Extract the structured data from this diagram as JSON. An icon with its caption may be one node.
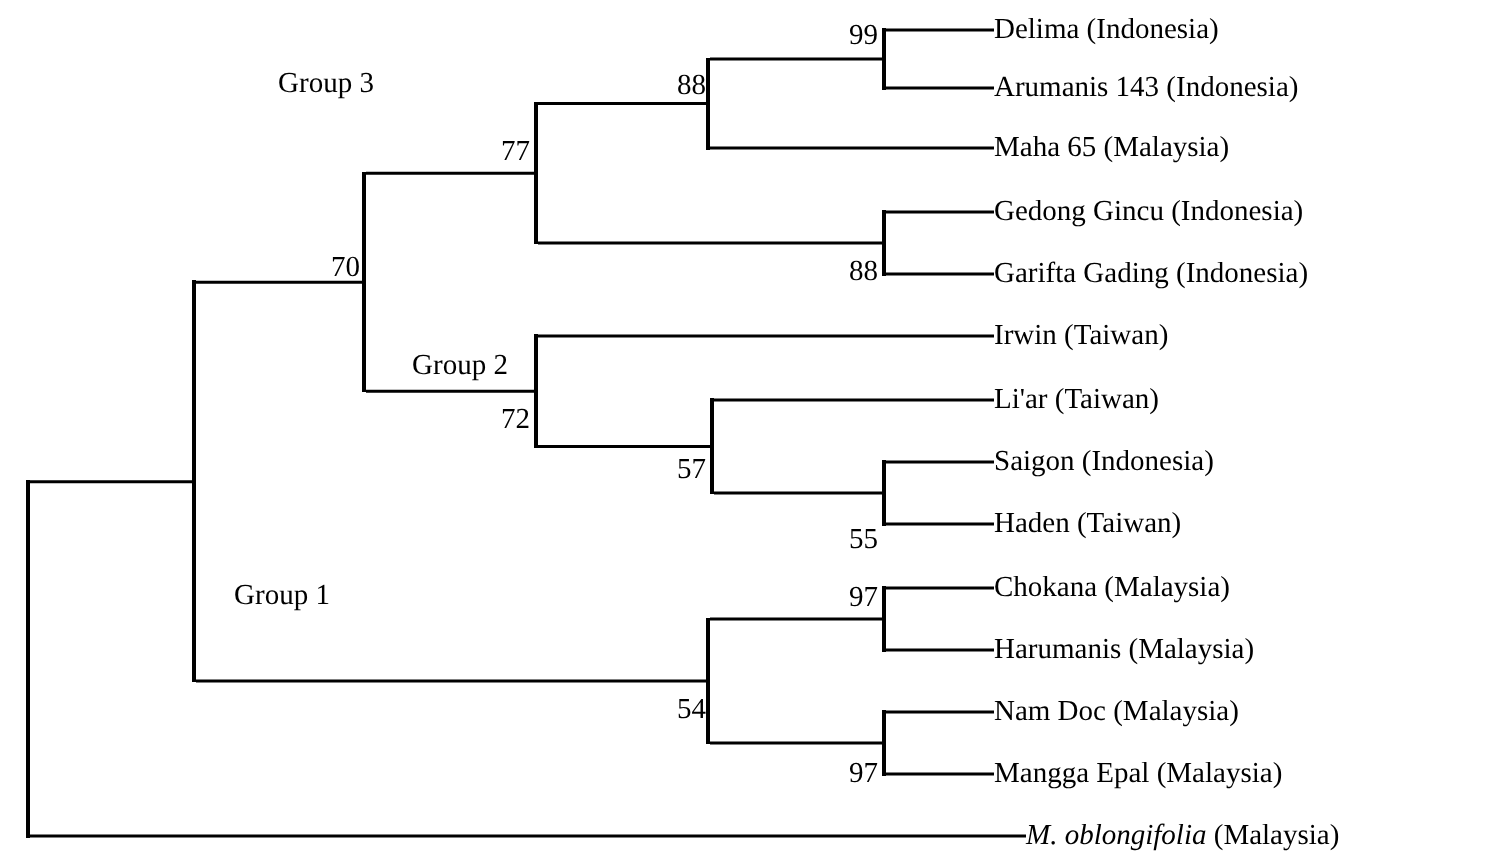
{
  "diagram": {
    "nodes": [
      {
        "text": [
          "Delima (Indonesia)"
        ]
      },
      {
        "text": [
          "Arumanis 143 (Indonesia)"
        ]
      },
      {
        "text": [
          "Maha 65 (Malaysia)"
        ]
      },
      {
        "text": [
          "Gedong Gincu (Indonesia)"
        ]
      },
      {
        "text": [
          "Garifta Gading (Indonesia)"
        ]
      },
      {
        "text": [
          "Irwin (Taiwan)"
        ]
      },
      {
        "text": [
          "Li'ar (Taiwan)"
        ]
      },
      {
        "text": [
          "Saigon (Indonesia)"
        ]
      },
      {
        "text": [
          "Haden (Taiwan)"
        ]
      },
      {
        "text": [
          "Chokana (Malaysia)"
        ]
      },
      {
        "text": [
          "Harumanis (Malaysia)"
        ]
      },
      {
        "text": [
          "Nam Doc (Malaysia)"
        ]
      },
      {
        "text": [
          "Mangga Epal (Malaysia)"
        ]
      },
      {
        "text": [
          "*M. oblongifolia* (Malaysia)"
        ]
      },
      {
        "text": [],
        "shape": "bar"
      },
      {
        "text": [],
        "shape": "bar"
      },
      {
        "text": [],
        "shape": "bar",
        "beside": [
          "70"
        ]
      },
      {
        "text": [],
        "shape": "bar",
        "beside": [
          "77"
        ]
      },
      {
        "text": [],
        "shape": "bar",
        "beside": [
          "88"
        ]
      },
      {
        "text": [],
        "shape": "bar",
        "beside": [
          "99"
        ]
      },
      {
        "text": [],
        "shape": "bar",
        "beside": [
          "88"
        ]
      },
      {
        "text": [],
        "shape": "bar",
        "beside": [
          "72"
        ]
      },
      {
        "text": [],
        "shape": "bar",
        "beside": [
          "57"
        ]
      },
      {
        "text": [],
        "shape": "bar",
        "beside": [
          "55"
        ]
      },
      {
        "text": [],
        "shape": "bar",
        "beside": [
          "54"
        ]
      },
      {
        "text": [],
        "shape": "bar",
        "beside": [
          "97"
        ]
      },
      {
        "text": [],
        "shape": "bar",
        "beside": [
          "97"
        ]
      }
    ],
    "edges": [
      {
        "from": 14,
        "to": 15,
        "arrow": "none"
      },
      {
        "from": 14,
        "to": 13,
        "arrow": "none"
      },
      {
        "from": 15,
        "to": 16,
        "arrow": "none"
      },
      {
        "from": 15,
        "to": 24,
        "arrow": "none",
        "label": "Group 1"
      },
      {
        "from": 16,
        "to": 17,
        "arrow": "none"
      },
      {
        "from": 16,
        "to": 21,
        "arrow": "none",
        "label": "Group 2"
      },
      {
        "from": 17,
        "to": 18,
        "arrow": "none"
      },
      {
        "from": 17,
        "to": 20,
        "arrow": "none"
      },
      {
        "from": 18,
        "to": 19,
        "arrow": "none"
      },
      {
        "from": 18,
        "to": 2,
        "arrow": "none"
      },
      {
        "from": 19,
        "to": 0,
        "arrow": "none"
      },
      {
        "from": 19,
        "to": 1,
        "arrow": "none"
      },
      {
        "from": 20,
        "to": 3,
        "arrow": "none"
      },
      {
        "from": 20,
        "to": 4,
        "arrow": "none"
      },
      {
        "from": 21,
        "to": 5,
        "arrow": "none"
      },
      {
        "from": 21,
        "to": 22,
        "arrow": "none"
      },
      {
        "from": 22,
        "to": 6,
        "arrow": "none"
      },
      {
        "from": 22,
        "to": 23,
        "arrow": "none"
      },
      {
        "from": 23,
        "to": 7,
        "arrow": "none"
      },
      {
        "from": 23,
        "to": 8,
        "arrow": "none"
      },
      {
        "from": 24,
        "to": 25,
        "arrow": "none"
      },
      {
        "from": 24,
        "to": 26,
        "arrow": "none"
      },
      {
        "from": 25,
        "to": 9,
        "arrow": "none"
      },
      {
        "from": 25,
        "to": 10,
        "arrow": "none"
      },
      {
        "from": 26,
        "to": 11,
        "arrow": "none"
      },
      {
        "from": 26,
        "to": 12,
        "arrow": "none"
      }
    ],
    "labels": [
      "Group 3"
    ]
  }
}
